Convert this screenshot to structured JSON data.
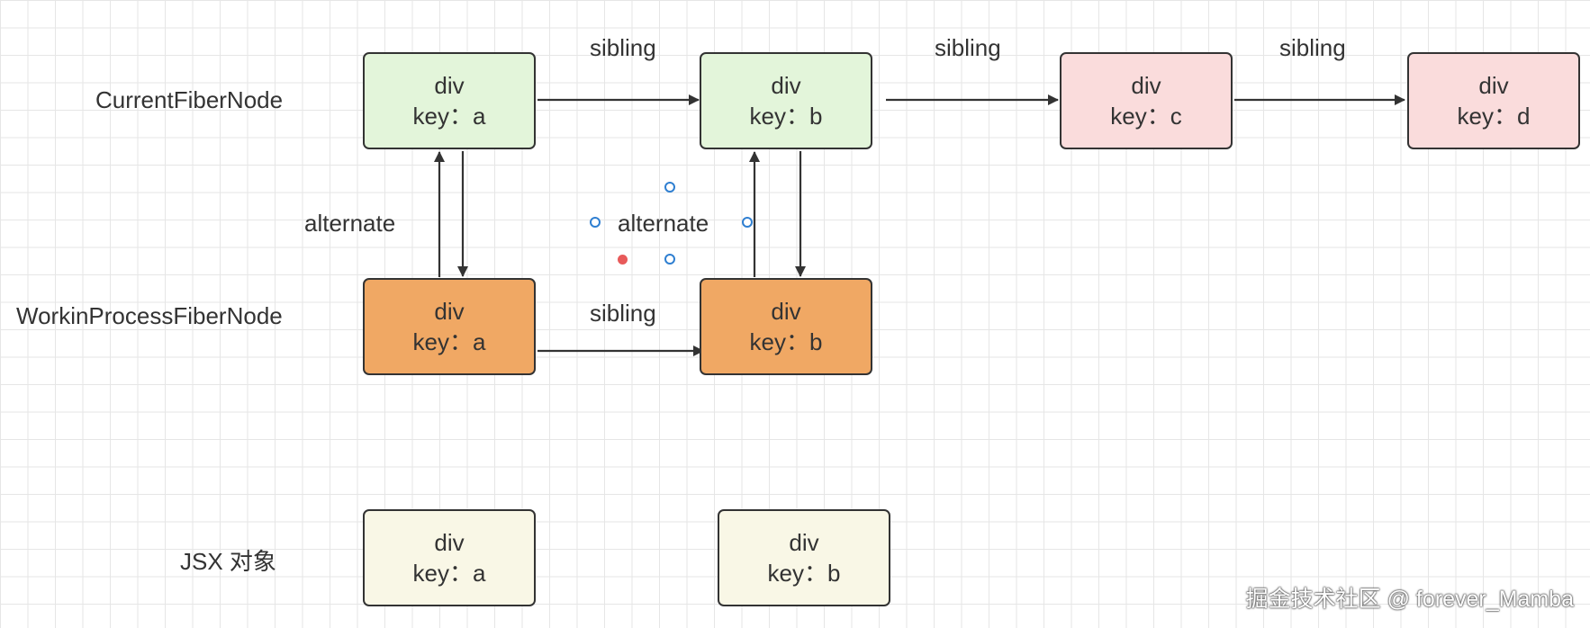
{
  "row_labels": {
    "current": "CurrentFiberNode",
    "workin": "WorkinProcessFiberNode",
    "jsx": "JSX 对象"
  },
  "nodes": {
    "current_a": {
      "tag": "div",
      "key": "key：a",
      "fill": "#e3f5da"
    },
    "current_b": {
      "tag": "div",
      "key": "key：b",
      "fill": "#e3f5da"
    },
    "current_c": {
      "tag": "div",
      "key": "key：c",
      "fill": "#fadcdc"
    },
    "current_d": {
      "tag": "div",
      "key": "key：d",
      "fill": "#fadcdc"
    },
    "workin_a": {
      "tag": "div",
      "key": "key：a",
      "fill": "#f0a864"
    },
    "workin_b": {
      "tag": "div",
      "key": "key：b",
      "fill": "#f0a864"
    },
    "jsx_a": {
      "tag": "div",
      "key": "key：a",
      "fill": "#f9f7e6"
    },
    "jsx_b": {
      "tag": "div",
      "key": "key：b",
      "fill": "#f9f7e6"
    }
  },
  "edge_labels": {
    "sibling_ab": "sibling",
    "sibling_bc": "sibling",
    "sibling_cd": "sibling",
    "sibling_workin": "sibling",
    "alternate_a": "alternate",
    "alternate_b": "alternate"
  },
  "colors": {
    "edge": "#333333",
    "grid": "#e6e6e6",
    "handle": "#2f7fd1",
    "handle_active": "#e85a5a"
  },
  "watermark": "掘金技术社区 @ forever_Mamba"
}
